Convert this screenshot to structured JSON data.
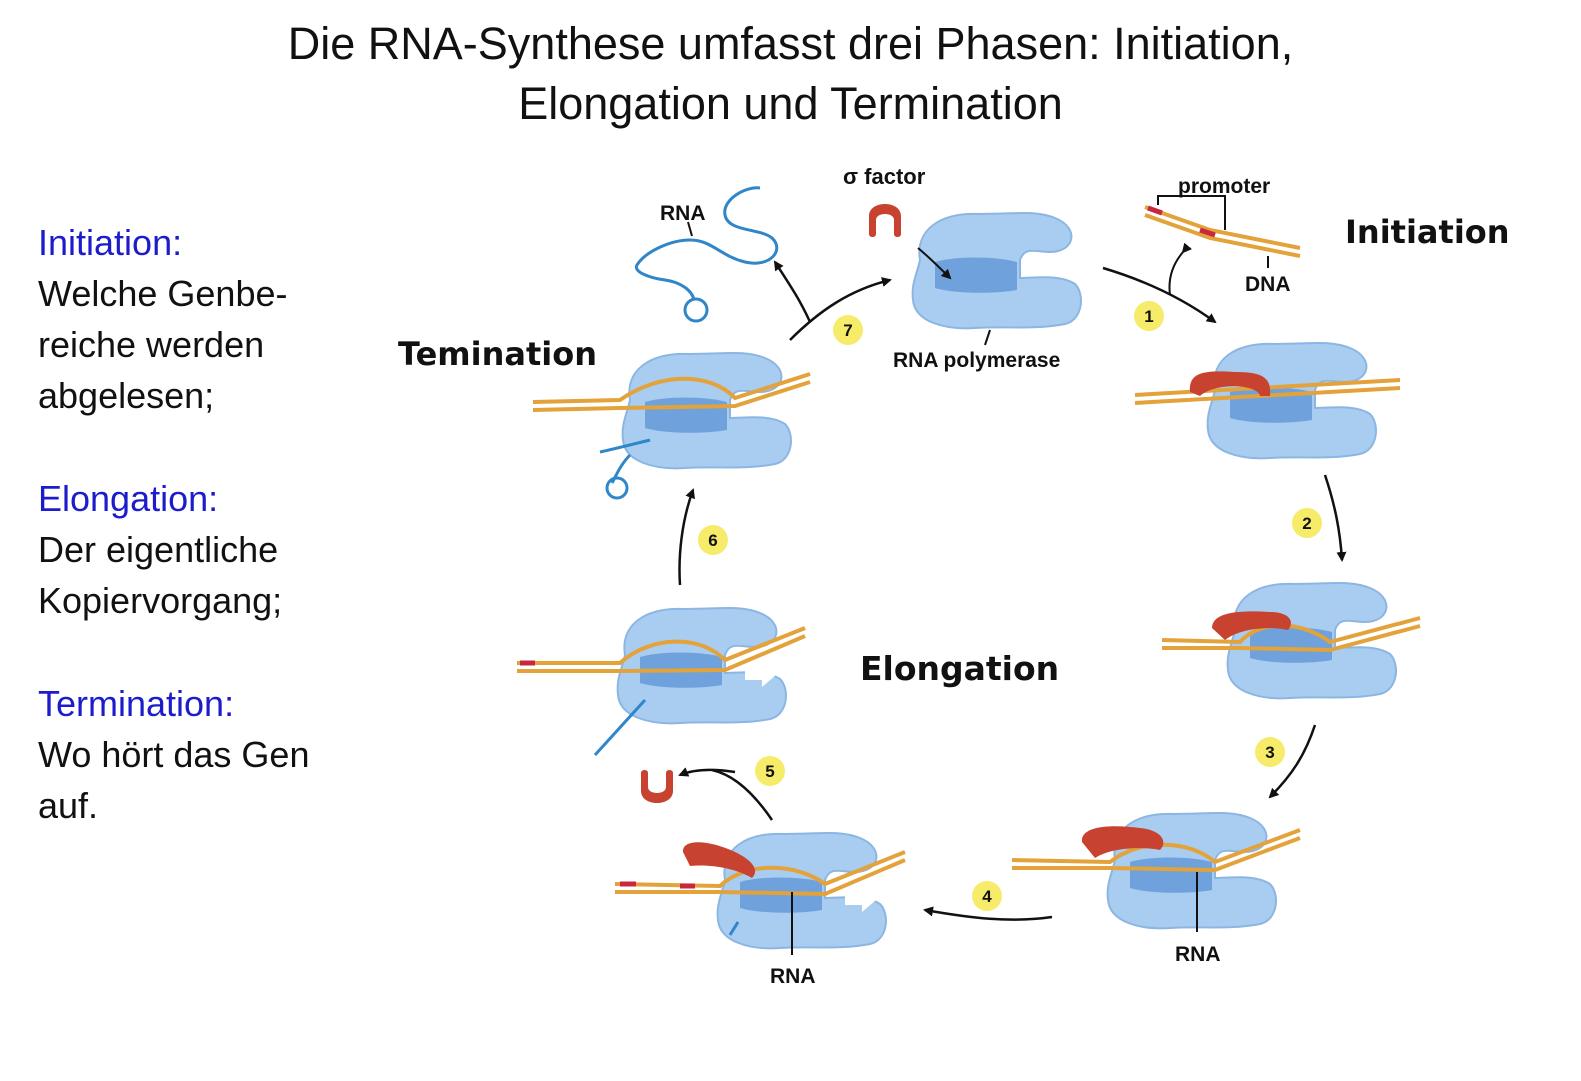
{
  "title": {
    "line1": "Die RNA-Synthese umfasst drei Phasen: Initiation,",
    "line2": "Elongation und Termination"
  },
  "sidebar": {
    "initiation": {
      "heading": "Initiation:",
      "lines": [
        "Welche Genbe-",
        "reiche werden",
        "abgelesen;"
      ]
    },
    "elongation": {
      "heading": "Elongation:",
      "lines": [
        "Der eigentliche",
        "Kopiervorgang;"
      ]
    },
    "termination": {
      "heading": "Termination:",
      "lines": [
        "Wo hört das Gen",
        "auf."
      ]
    }
  },
  "diagram": {
    "phases": {
      "initiation": "Initiation",
      "elongation": "Elongation",
      "termination": "Temination"
    },
    "labels": {
      "sigma_factor": "σ factor",
      "promoter": "promoter",
      "dna": "DNA",
      "rna_polymerase": "RNA polymerase",
      "rna_released": "RNA",
      "rna_step3": "RNA",
      "rna_step4": "RNA"
    },
    "steps": [
      "1",
      "2",
      "3",
      "4",
      "5",
      "6",
      "7"
    ]
  },
  "colors": {
    "sidebar_heading": "#1c1ccc",
    "polymerase": "#a9cdf0",
    "polymerase_dark": "#6fa2dc",
    "sigma_factor": "#c8432f",
    "dna_strand": "#e3a23a",
    "promoter_mark": "#c8283c",
    "rna": "#2f86c8",
    "step_badge": "#f6ec6a"
  }
}
